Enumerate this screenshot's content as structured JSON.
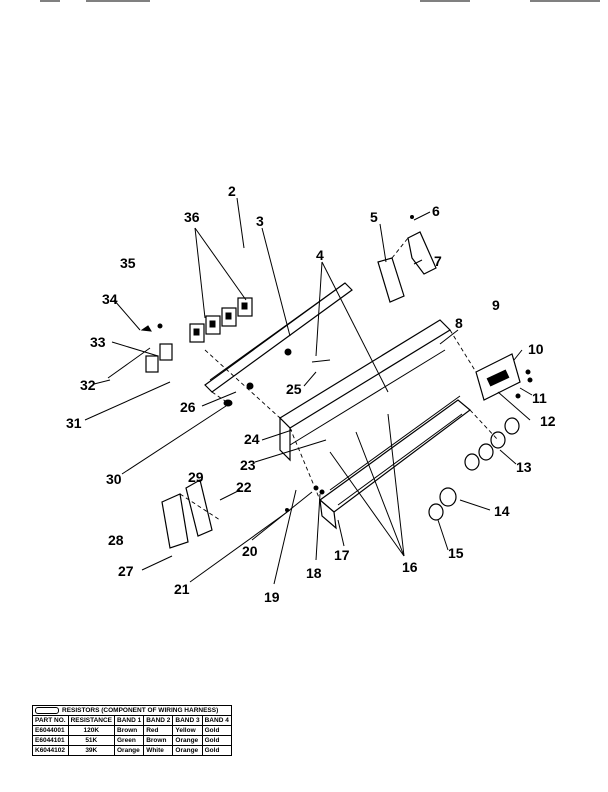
{
  "callouts": [
    {
      "id": "2",
      "text": "2"
    },
    {
      "id": "3",
      "text": "3"
    },
    {
      "id": "4",
      "text": "4"
    },
    {
      "id": "5",
      "text": "5"
    },
    {
      "id": "6",
      "text": "6"
    },
    {
      "id": "7",
      "text": "7"
    },
    {
      "id": "8",
      "text": "8"
    },
    {
      "id": "9",
      "text": "9"
    },
    {
      "id": "10",
      "text": "10"
    },
    {
      "id": "11",
      "text": "11"
    },
    {
      "id": "12",
      "text": "12"
    },
    {
      "id": "13",
      "text": "13"
    },
    {
      "id": "14",
      "text": "14"
    },
    {
      "id": "15",
      "text": "15"
    },
    {
      "id": "16",
      "text": "16"
    },
    {
      "id": "17",
      "text": "17"
    },
    {
      "id": "18",
      "text": "18"
    },
    {
      "id": "19",
      "text": "19"
    },
    {
      "id": "20",
      "text": "20"
    },
    {
      "id": "21",
      "text": "21"
    },
    {
      "id": "22",
      "text": "22"
    },
    {
      "id": "23",
      "text": "23"
    },
    {
      "id": "24",
      "text": "24"
    },
    {
      "id": "25",
      "text": "25"
    },
    {
      "id": "26",
      "text": "26"
    },
    {
      "id": "27",
      "text": "27"
    },
    {
      "id": "28",
      "text": "28"
    },
    {
      "id": "29",
      "text": "29"
    },
    {
      "id": "30",
      "text": "30"
    },
    {
      "id": "31",
      "text": "31"
    },
    {
      "id": "32",
      "text": "32"
    },
    {
      "id": "33",
      "text": "33"
    },
    {
      "id": "34",
      "text": "34"
    },
    {
      "id": "35",
      "text": "35"
    },
    {
      "id": "36",
      "text": "36"
    }
  ],
  "resistor_table": {
    "title": "RESISTORS (COMPONENT OF WIRING HARNESS)",
    "headers": [
      "PART NO.",
      "RESISTANCE",
      "BAND 1",
      "BAND 2",
      "BAND 3",
      "BAND 4"
    ],
    "rows": [
      [
        "E6044001",
        "120K",
        "Brown",
        "Red",
        "Yellow",
        "Gold"
      ],
      [
        "E6044101",
        "51K",
        "Green",
        "Brown",
        "Orange",
        "Gold"
      ],
      [
        "K6044102",
        "39K",
        "Orange",
        "White",
        "Orange",
        "Gold"
      ]
    ]
  }
}
